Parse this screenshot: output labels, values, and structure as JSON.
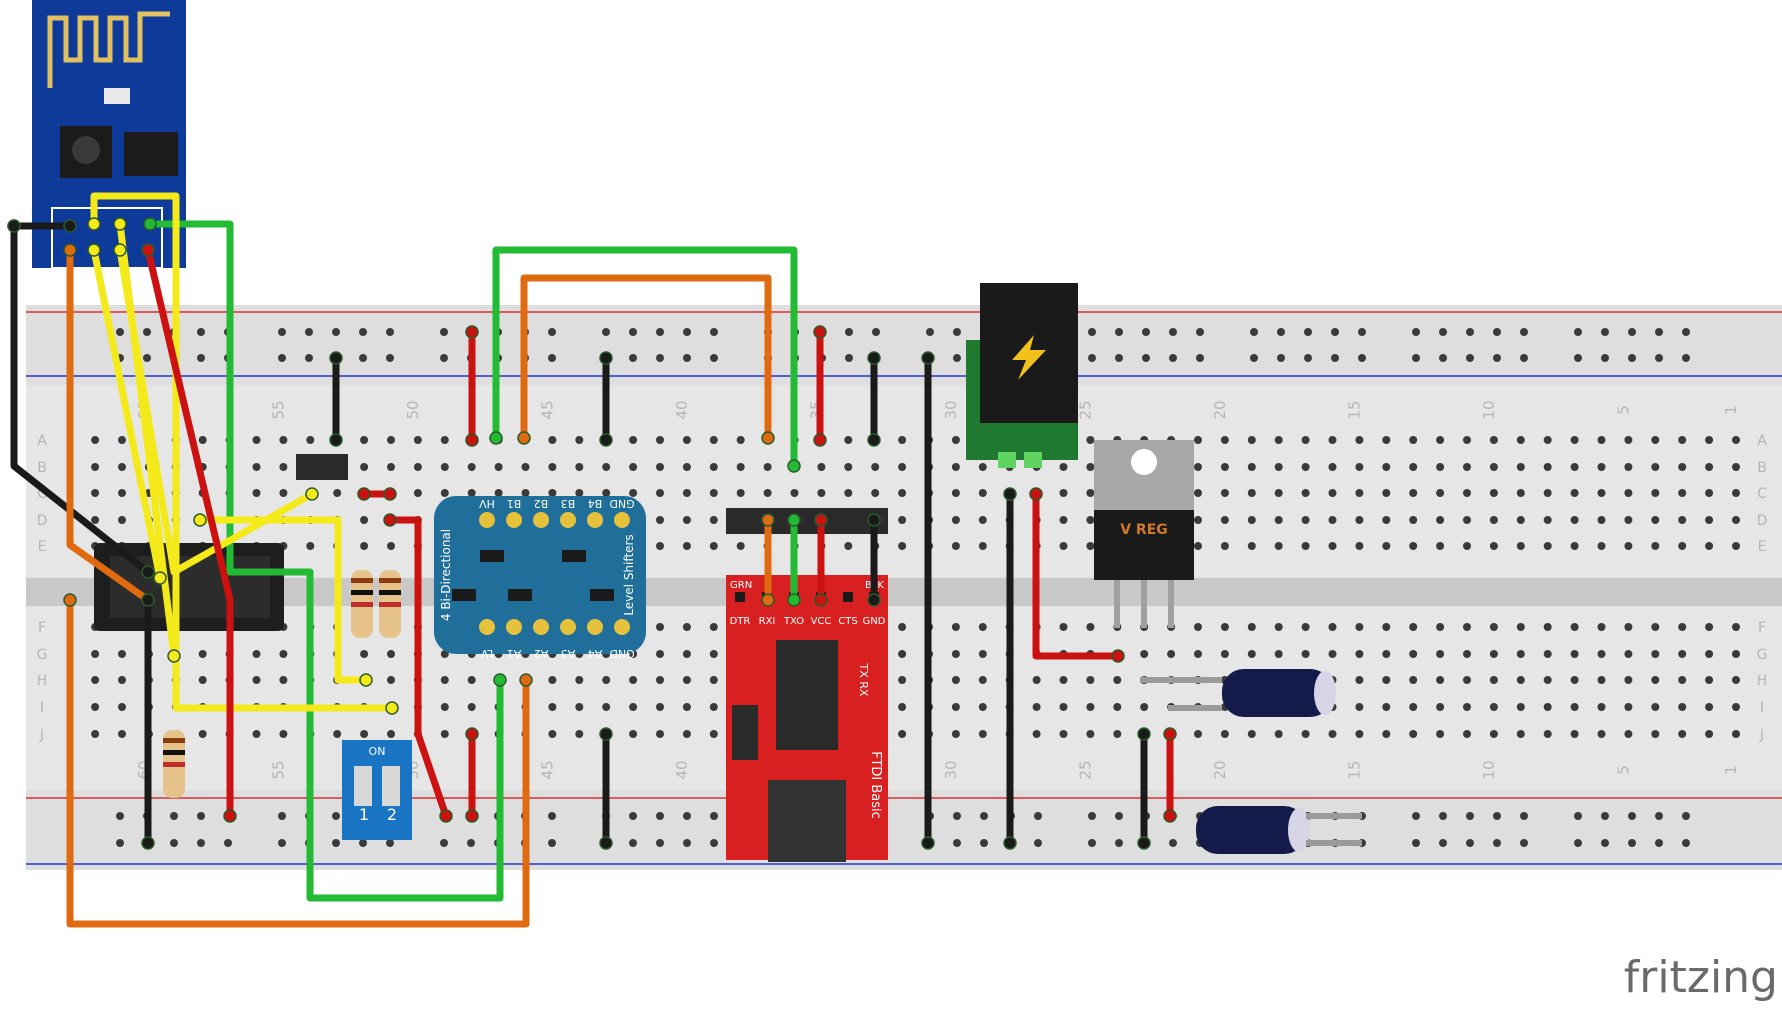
{
  "watermark": "fritzing",
  "breadboard": {
    "column_numbers": [
      "1",
      "5",
      "10",
      "15",
      "20",
      "25",
      "30",
      "35",
      "40",
      "45",
      "50",
      "55",
      "60"
    ],
    "row_letters_top": [
      "A",
      "B",
      "C",
      "D",
      "E"
    ],
    "row_letters_bottom": [
      "F",
      "G",
      "H",
      "I",
      "J"
    ],
    "colors": {
      "body": "#e5e5e5",
      "gap": "#c9c9c9",
      "hole": "#3a3a3a",
      "rail_red": "#d83030",
      "rail_blue": "#2233cc"
    }
  },
  "level_shifter": {
    "title_vertical": "4 Bi-Directional",
    "title_vertical2": "Level Shifters",
    "top_pins": [
      "GND",
      "B4",
      "B3",
      "B2",
      "B1",
      "HV"
    ],
    "bottom_pins": [
      "GND",
      "A4",
      "A3",
      "A2",
      "A1",
      "LV"
    ],
    "color": "#1f6f9a"
  },
  "ftdi": {
    "pins": [
      "DTR",
      "RXI",
      "TXO",
      "VCC",
      "CTS",
      "GND"
    ],
    "corner_left": "GRN",
    "corner_right": "BLK",
    "side_label": "FTDI Basic",
    "led_label": "TX RX",
    "color": "#d92020"
  },
  "regulator": {
    "label": "V REG"
  },
  "dip_switch": {
    "label_on": "ON",
    "labels": [
      "1",
      "2"
    ],
    "color": "#1a74c4"
  },
  "esp_module": {
    "color": "#0e3a9a"
  },
  "wire_colors": {
    "yellow": "#f4ea1a",
    "green": "#22bb33",
    "orange": "#e06a10",
    "red": "#cc1111",
    "black": "#1a1a1a"
  }
}
